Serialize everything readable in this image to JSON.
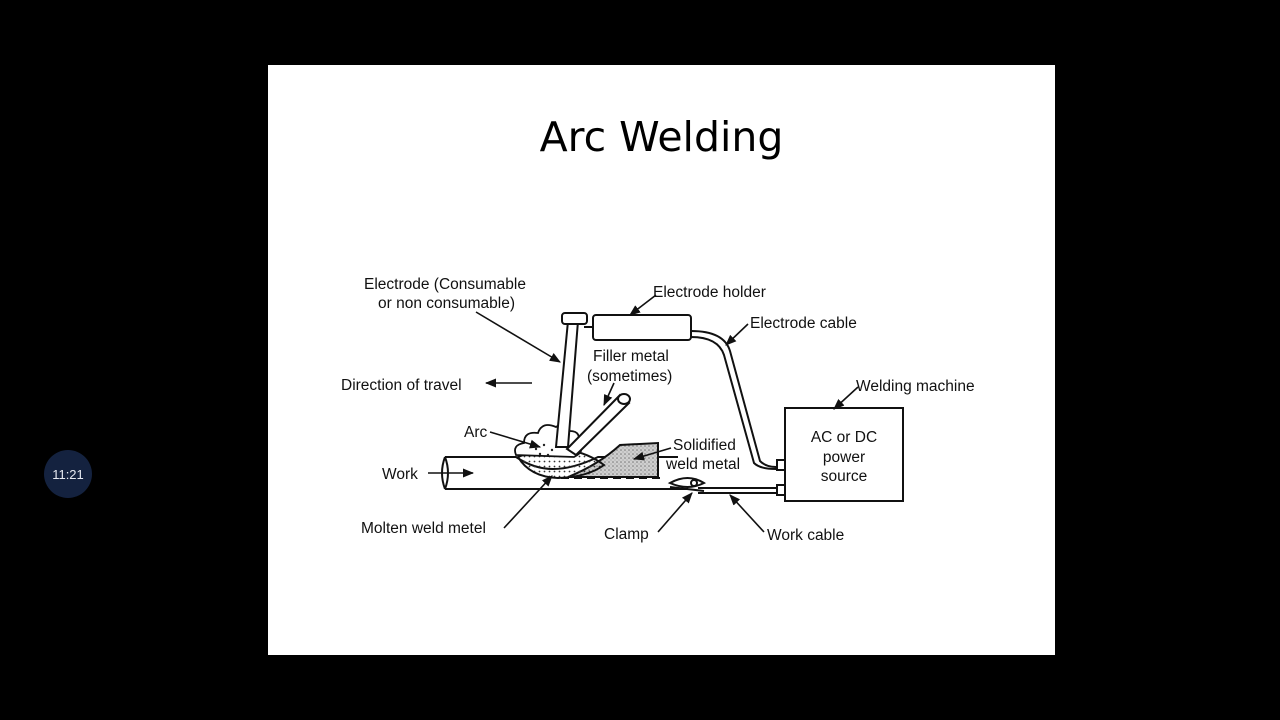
{
  "slide": {
    "title": "Arc Welding"
  },
  "diagram": {
    "labels": {
      "electrode_line1": "Electrode (Consumable",
      "electrode_line2": "or non consumable)",
      "electrode_holder": "Electrode holder",
      "electrode_cable": "Electrode cable",
      "filler_line1": "Filler metal",
      "filler_line2": "(sometimes)",
      "direction": "Direction of travel",
      "welding_machine": "Welding machine",
      "arc": "Arc",
      "solidified_line1": "Solidified",
      "solidified_line2": "weld metal",
      "power_line1": "AC or DC",
      "power_line2": "power",
      "power_line3": "source",
      "work": "Work",
      "molten": "Molten weld metel",
      "clamp": "Clamp",
      "work_cable": "Work cable"
    }
  },
  "overlay": {
    "clock_time": "11:21"
  }
}
